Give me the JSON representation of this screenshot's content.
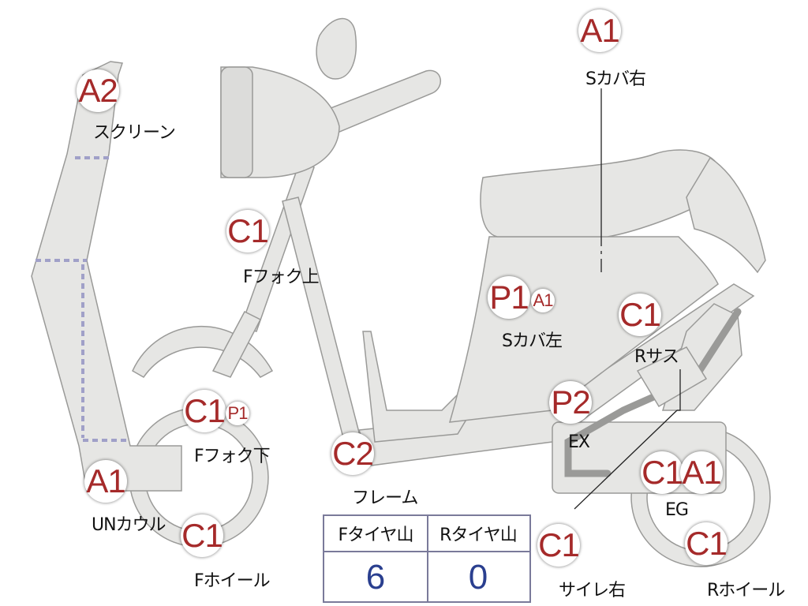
{
  "parts": [
    {
      "id": "screen",
      "code": "A2",
      "label": "スクリーン"
    },
    {
      "id": "s-cover-right",
      "code": "A1",
      "label": "Sカバ右"
    },
    {
      "id": "f-fork-upper",
      "code": "C1",
      "label": "Fフォク上"
    },
    {
      "id": "s-cover-left",
      "code": "P1",
      "code2": "A1",
      "label": "Sカバ左"
    },
    {
      "id": "r-suspension",
      "code": "C1",
      "label": "Rサス"
    },
    {
      "id": "f-fork-lower",
      "code": "C1",
      "code2": "P1",
      "label": "Fフォク下"
    },
    {
      "id": "exhaust",
      "code": "P2",
      "label": "EX"
    },
    {
      "id": "frame",
      "code": "C2",
      "label": "フレーム"
    },
    {
      "id": "under-cowl",
      "code": "A1",
      "label": "UNカウル"
    },
    {
      "id": "engine",
      "code": "C1",
      "code2": "A1",
      "label": "EG"
    },
    {
      "id": "f-wheel",
      "code": "C1",
      "label": "Fホイール"
    },
    {
      "id": "silencer-right",
      "code": "C1",
      "label": "サイレ右"
    },
    {
      "id": "r-wheel",
      "code": "C1",
      "label": "Rホイール"
    }
  ],
  "tread": {
    "front_header": "Fタイヤ山",
    "rear_header": "Rタイヤ山",
    "front_value": "6",
    "rear_value": "0"
  }
}
